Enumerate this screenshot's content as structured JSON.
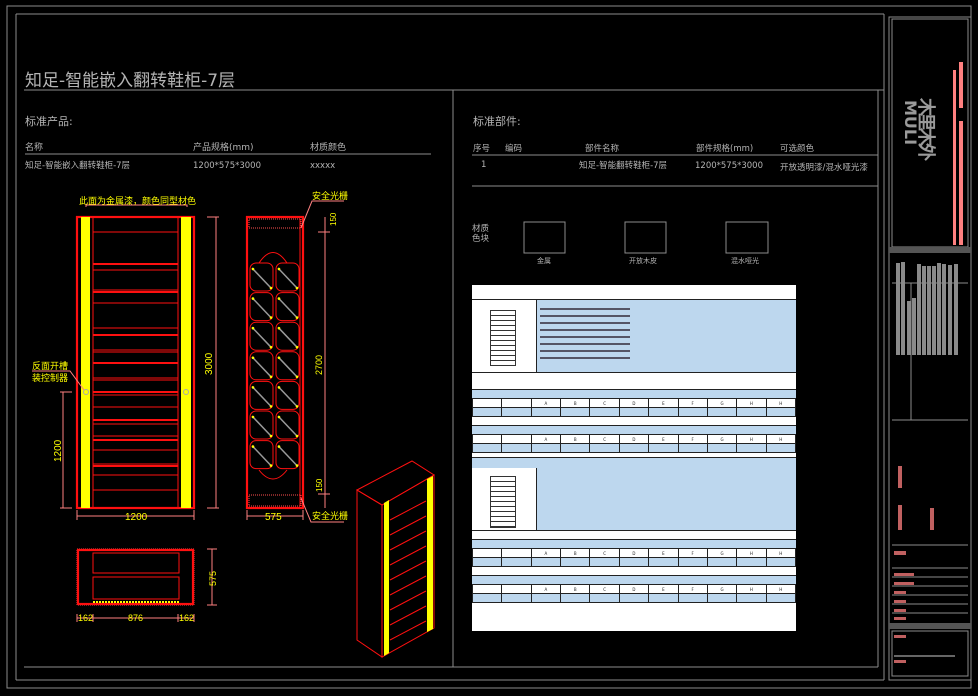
{
  "title": "知足-智能嵌入翻转鞋柜-7层",
  "standard_product": {
    "heading": "标准产品:",
    "columns": [
      "名称",
      "产品规格(mm)",
      "材质颜色"
    ],
    "row": [
      "知足-智能嵌入翻转鞋柜-7层",
      "1200*575*3000",
      "xxxxx"
    ]
  },
  "standard_parts": {
    "heading": "标准部件:",
    "columns": [
      "序号",
      "编码",
      "部件名称",
      "部件规格(mm)",
      "可选颜色"
    ],
    "row": [
      "1",
      "",
      "知足-智能翻转鞋柜-7层",
      "1200*575*3000",
      "开放透明漆/混水哑光漆"
    ]
  },
  "material": {
    "label_line1": "材质",
    "label_line2": "色块",
    "swatches": [
      "金属",
      "开放木皮",
      "混水哑光"
    ]
  },
  "annotations": {
    "metal_paint": "此面为金属漆，颜色同型材色",
    "back_slot_line1": "反面开槽",
    "back_slot_line2": "装控制器",
    "light_curtain_top": "安全光栅",
    "light_curtain_bottom": "安全光栅"
  },
  "dimensions": {
    "front_width": "1200",
    "front_height": "3000",
    "controller_height": "1200",
    "side_depth": "575",
    "side_inner": "2700",
    "side_top": "150",
    "side_bottom": "150",
    "plan_left": "162",
    "plan_mid": "876",
    "plan_right": "162",
    "plan_depth": "575"
  },
  "doc_preview": {
    "columns": [
      "A",
      "B",
      "C",
      "D",
      "E",
      "F",
      "G",
      "H",
      "H"
    ]
  },
  "title_block": {
    "logo_en": "MULI",
    "logo_cn": "木里木外"
  },
  "colors": {
    "frame": "#8c8c8c",
    "line": "#ff1010",
    "accent": "#ffff00",
    "dim": "#ff8080"
  }
}
